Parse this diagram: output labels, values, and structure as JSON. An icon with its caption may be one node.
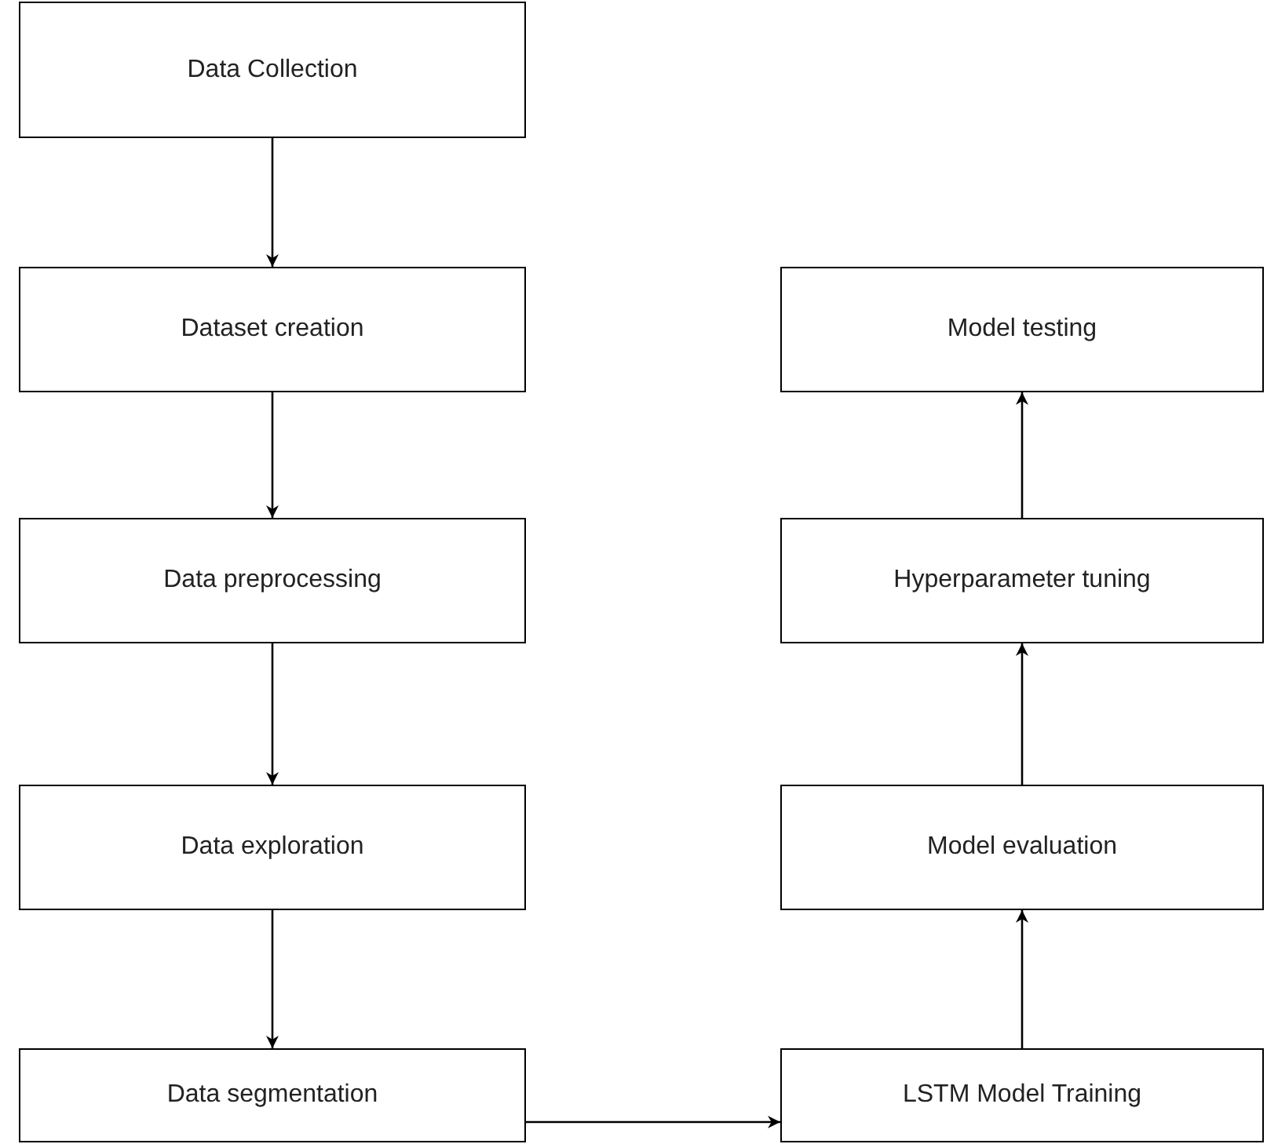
{
  "diagram": {
    "nodes": [
      {
        "text": [
          "Data Collection"
        ]
      },
      {
        "text": [
          "Dataset creation"
        ]
      },
      {
        "text": [
          "Data preprocessing"
        ]
      },
      {
        "text": [
          "Data exploration"
        ]
      },
      {
        "text": [
          "Data segmentation"
        ]
      },
      {
        "text": [
          "Model testing"
        ]
      },
      {
        "text": [
          "Hyperparameter tuning"
        ]
      },
      {
        "text": [
          "Model evaluation"
        ]
      },
      {
        "text": [
          "LSTM Model Training"
        ]
      }
    ],
    "edges": [
      {
        "from": 0,
        "to": 1,
        "arrow": "to"
      },
      {
        "from": 1,
        "to": 2,
        "arrow": "to"
      },
      {
        "from": 2,
        "to": 3,
        "arrow": "to"
      },
      {
        "from": 3,
        "to": 4,
        "arrow": "to"
      },
      {
        "from": 4,
        "to": 8,
        "arrow": "to"
      },
      {
        "from": 8,
        "to": 7,
        "arrow": "to"
      },
      {
        "from": 7,
        "to": 6,
        "arrow": "to"
      },
      {
        "from": 6,
        "to": 5,
        "arrow": "to"
      }
    ]
  }
}
